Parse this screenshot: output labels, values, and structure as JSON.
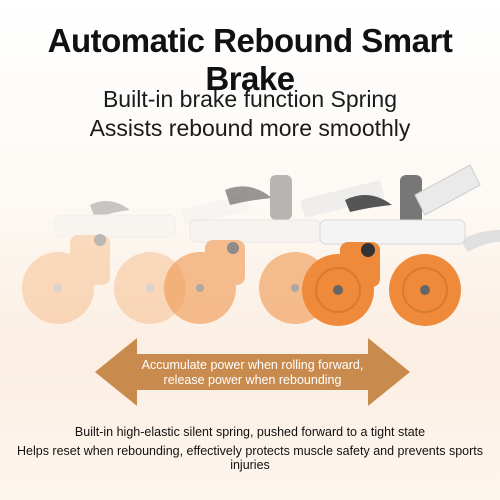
{
  "headline": "Automatic Rebound Smart Brake",
  "subheadline": {
    "line1": "Built-in brake function Spring",
    "line2": "Assists rebound more smoothly"
  },
  "arrow_callout": {
    "line1": "Accumulate power when rolling forward,",
    "line2": "release power when rebounding"
  },
  "footer": {
    "line1": "Built-in high-elastic silent spring, pushed forward to a tight state",
    "line2": "Helps reset when rebounding, effectively protects muscle safety and prevents sports injuries"
  },
  "colors": {
    "arrow_fill": "#c98a4e",
    "wheel_orange": "#f0974e",
    "wheel_light": "#f5c79e"
  },
  "image": {
    "subject": "ab-roller-wheel-motion-sequence"
  }
}
